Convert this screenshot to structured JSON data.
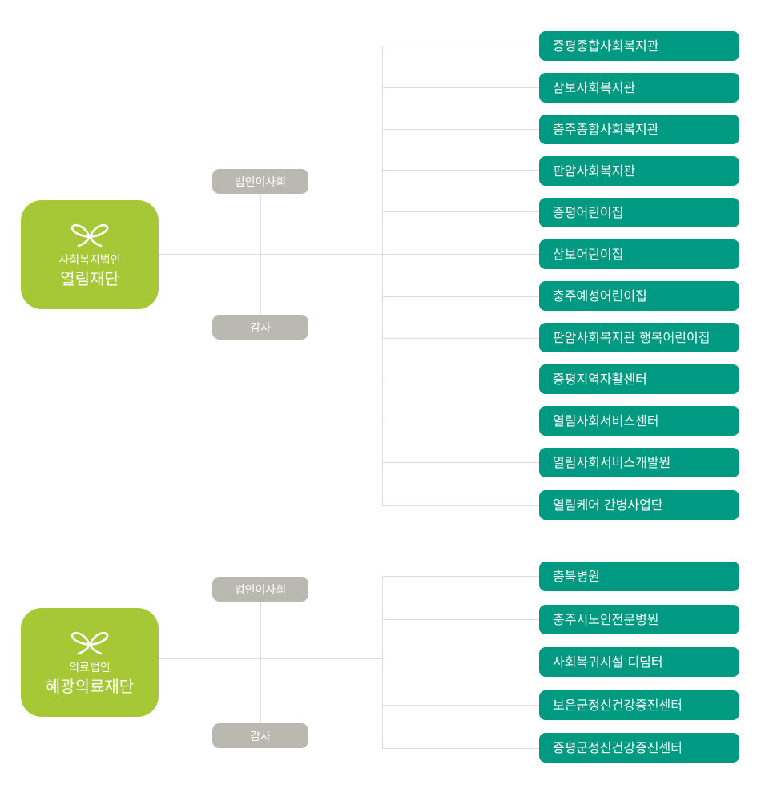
{
  "orgs": [
    {
      "subtitle": "사회복지법인",
      "title": "열림재단",
      "board_label": "법인이사회",
      "audit_label": "감사",
      "branches": [
        "증평종합사회복지관",
        "삼보사회복지관",
        "충주종합사회복지관",
        "판암사회복지관",
        "증평어린이집",
        "삼보어린이집",
        "충주예성어린이집",
        "판암사회복지관 행복어린이집",
        "증평지역자활센터",
        "열림사회서비스센터",
        "열림사회서비스개발원",
        "열림케어 간병사업단"
      ]
    },
    {
      "subtitle": "의료법인",
      "title": "혜광의료재단",
      "board_label": "법인이사회",
      "audit_label": "감사",
      "branches": [
        "충북병원",
        "충주시노인전문병원",
        "사회복귀시설 디딤터",
        "보은군정신건강증진센터",
        "증평군정신건강증진센터"
      ]
    }
  ],
  "colors": {
    "root_bg": "#a6c836",
    "branch_bg": "#009a82",
    "pill_bg": "#b9b9b1",
    "connector": "#dcdcdc"
  },
  "icons": {
    "root": "sprout-icon"
  }
}
